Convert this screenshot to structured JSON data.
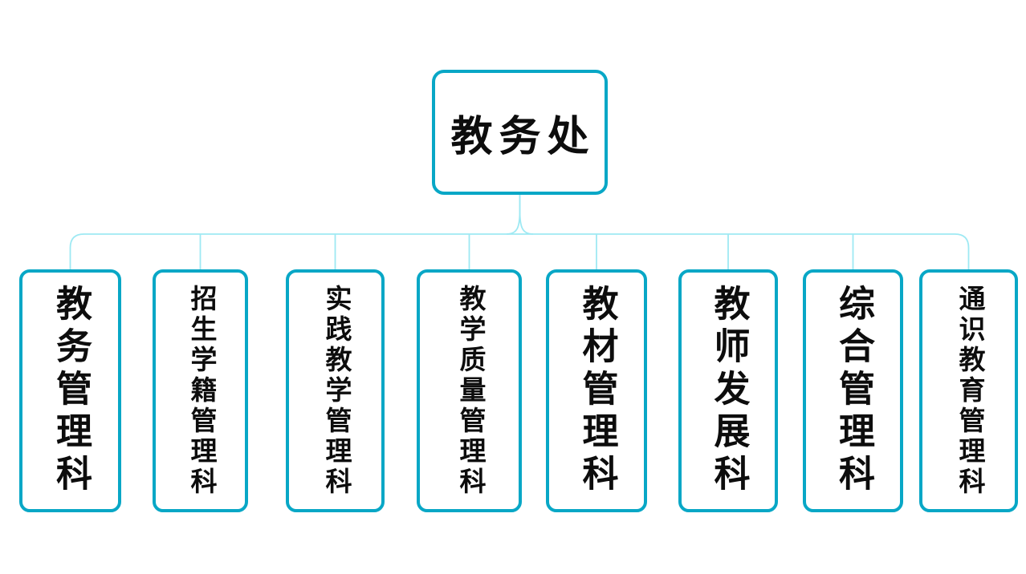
{
  "chart": {
    "type": "org-chart",
    "root": {
      "label": "教务处"
    },
    "departments": [
      {
        "label": "教务管理科"
      },
      {
        "label": "招生学籍管理科"
      },
      {
        "label": "实践教学管理科"
      },
      {
        "label": "教学质量管理科"
      },
      {
        "label": "教材管理科"
      },
      {
        "label": "教师发展科"
      },
      {
        "label": "综合管理科"
      },
      {
        "label": "通识教育管理科"
      }
    ],
    "colors": {
      "box_border": "#08a7c6",
      "connector_line": "#9ee9f3",
      "text": "#0d0d0d",
      "background": "#ffffff"
    }
  }
}
